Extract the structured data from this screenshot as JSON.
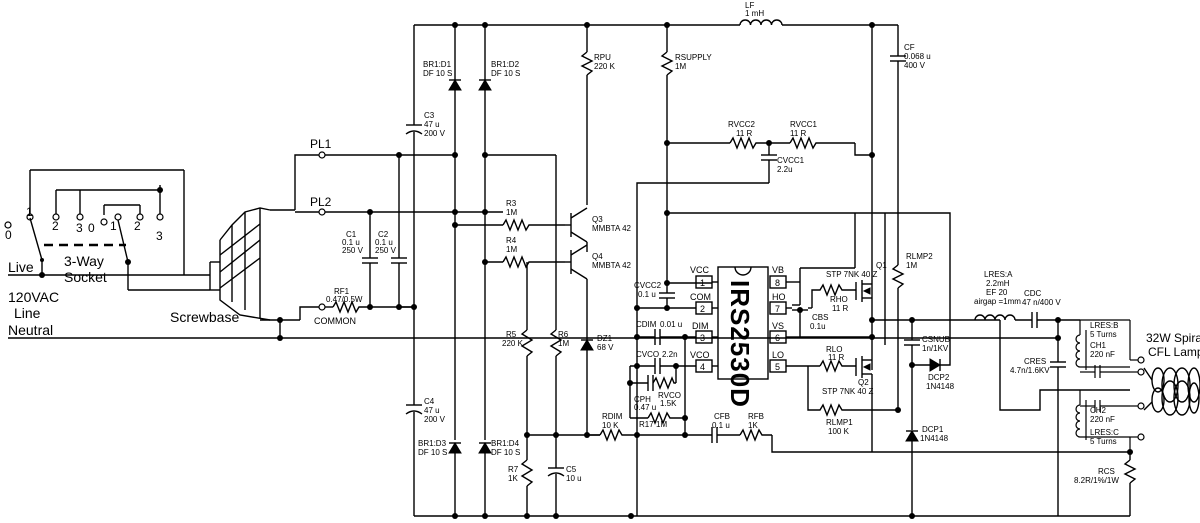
{
  "left": {
    "live": "Live",
    "neutral": "Neutral",
    "line1": "120VAC",
    "line2": "Line",
    "socket1": "3-Way",
    "socket2": "Socket",
    "screwbase": "Screwbase",
    "common": "COMMON",
    "pl1": "PL1",
    "pl2": "PL2",
    "sw_left": [
      "0",
      "1",
      "2",
      "3",
      "0"
    ],
    "sw_right": [
      "1",
      "2",
      "3"
    ]
  },
  "parts": {
    "rf1": [
      "RF1",
      "0.47/0.5W"
    ],
    "c1": [
      "C1",
      "0.1 u",
      "250 V"
    ],
    "c2": [
      "C2",
      "0.1 u",
      "250 V"
    ],
    "c3": [
      "C3",
      "47 u",
      "200 V"
    ],
    "c4": [
      "C4",
      "47 u",
      "200 V"
    ],
    "br1d1": [
      "BR1:D1",
      "DF 10 S"
    ],
    "br1d2": [
      "BR1:D2",
      "DF 10 S"
    ],
    "br1d3": [
      "BR1:D3",
      "DF 10 S"
    ],
    "br1d4": [
      "BR1:D4",
      "DF 10 S"
    ],
    "r3": [
      "R3",
      "1M"
    ],
    "r4": [
      "R4",
      "1M"
    ],
    "r5": [
      "R5",
      "220 K"
    ],
    "r6": [
      "R6",
      "1M"
    ],
    "r7": [
      "R7",
      "1K"
    ],
    "c5": [
      "C5",
      "10 u"
    ],
    "rpu": [
      "RPU",
      "220 K"
    ],
    "q3": [
      "Q3",
      "MMBTA 42"
    ],
    "q4": [
      "Q4",
      "MMBTA 42"
    ],
    "dz1": [
      "DZ1",
      "68 V"
    ],
    "rsupply": [
      "RSUPPLY",
      "1M"
    ],
    "lf": [
      "LF",
      "1 mH"
    ],
    "cf": [
      "CF",
      "0.068 u",
      "400 V"
    ],
    "rvcc2": [
      "RVCC2",
      "11 R"
    ],
    "rvcc1": [
      "RVCC1",
      "11 R"
    ],
    "cvcc1": [
      "CVCC1",
      "2.2u"
    ],
    "cvcc2": [
      "CVCC2",
      "0.1 u"
    ],
    "cdim": [
      "CDIM",
      "0.01 u"
    ],
    "cvco": [
      "CVCO",
      "2.2n"
    ],
    "cph": [
      "CPH",
      "0.47 u"
    ],
    "rvco": [
      "RVCO",
      "1.5K"
    ],
    "r17": [
      "R17",
      "1M"
    ],
    "rdim": [
      "RDIM",
      "10 K"
    ],
    "cfb": [
      "CFB",
      "0.1 u"
    ],
    "rfb": [
      "RFB",
      "1K"
    ],
    "q1": [
      "Q1",
      "STP 7NK 40 Z"
    ],
    "q2": [
      "Q2",
      "STP 7NK 40 Z"
    ],
    "rho": [
      "RHO",
      "11 R"
    ],
    "rlo": [
      "RLO",
      "11 R"
    ],
    "cbs": [
      "CBS",
      "0.1u"
    ],
    "rlmp1": [
      "RLMP1",
      "100 K"
    ],
    "rlmp2": [
      "RLMP2",
      "1M"
    ],
    "csnub": [
      "CSNUB",
      "1n/1KV"
    ],
    "dcp2": [
      "DCP2",
      "1N4148"
    ],
    "dcp1": [
      "DCP1",
      "1N4148"
    ],
    "lres_a": [
      "LRES:A",
      "2.2mH",
      "EF 20",
      "airgap =1mm"
    ],
    "cdc": [
      "CDC",
      "47 n/400 V"
    ],
    "cres": [
      "CRES",
      "4.7n/1.6KV"
    ],
    "lres_b": [
      "LRES:B",
      "5 Turns"
    ],
    "ch1": [
      "CH1",
      "220 nF"
    ],
    "ch2": [
      "CH2",
      "220 nF"
    ],
    "lres_c": [
      "LRES:C",
      "5 Turns"
    ],
    "rcs": [
      "RCS",
      "8.2R/1%/1W"
    ],
    "lamp": [
      "32W Spiral",
      "CFL Lamp"
    ]
  },
  "ic": {
    "name": "IRS2530D",
    "left_pins": [
      {
        "label": "VCC",
        "num": "1"
      },
      {
        "label": "COM",
        "num": "2"
      },
      {
        "label": "DIM",
        "num": "3"
      },
      {
        "label": "VCO",
        "num": "4"
      }
    ],
    "right_pins": [
      {
        "label": "VB",
        "num": "8"
      },
      {
        "label": "HO",
        "num": "7"
      },
      {
        "label": "VS",
        "num": "6"
      },
      {
        "label": "LO",
        "num": "5"
      }
    ]
  }
}
